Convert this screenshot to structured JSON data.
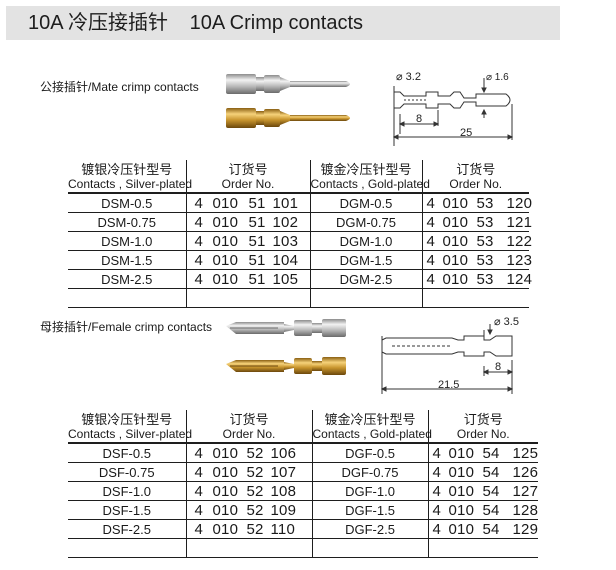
{
  "title": {
    "a": "10A 冷压接插针",
    "b": "10A Crimp contacts"
  },
  "male": {
    "label_cn": "公接插针",
    "label_en": "/Mate crimp contacts",
    "dims": {
      "d1": "⌀ 3.2",
      "d2": "⌀ 1.6",
      "l1": "8",
      "l2": "25"
    }
  },
  "female": {
    "label_cn": "母接插针",
    "label_en": "/Female crimp contacts",
    "dims": {
      "d1": "⌀ 3.5",
      "l1": "8",
      "l2": "21.5"
    }
  },
  "headers": {
    "silver_cn": "镀银冷压针型号",
    "silver_en": "Contacts , Silver-plated",
    "gold_cn": "镀金冷压针型号",
    "gold_en": "Contacts , Gold-plated",
    "order_cn": "订货号",
    "order_en": "Order No."
  },
  "male_rows": [
    {
      "silver": "DSM-0.5",
      "s1": "4",
      "s2": "010",
      "s3": "51",
      "s4": "101",
      "gold": "DGM-0.5",
      "g1": "4",
      "g2": "010",
      "g3": "53",
      "g4": "120"
    },
    {
      "silver": "DSM-0.75",
      "s1": "4",
      "s2": "010",
      "s3": "51",
      "s4": "102",
      "gold": "DGM-0.75",
      "g1": "4",
      "g2": "010",
      "g3": "53",
      "g4": "121"
    },
    {
      "silver": "DSM-1.0",
      "s1": "4",
      "s2": "010",
      "s3": "51",
      "s4": "103",
      "gold": "DGM-1.0",
      "g1": "4",
      "g2": "010",
      "g3": "53",
      "g4": "122"
    },
    {
      "silver": "DSM-1.5",
      "s1": "4",
      "s2": "010",
      "s3": "51",
      "s4": "104",
      "gold": "DGM-1.5",
      "g1": "4",
      "g2": "010",
      "g3": "53",
      "g4": "123"
    },
    {
      "silver": "DSM-2.5",
      "s1": "4",
      "s2": "010",
      "s3": "51",
      "s4": "105",
      "gold": "DGM-2.5",
      "g1": "4",
      "g2": "010",
      "g3": "53",
      "g4": "124"
    }
  ],
  "female_rows": [
    {
      "silver": "DSF-0.5",
      "s1": "4",
      "s2": "010",
      "s3": "52",
      "s4": "106",
      "gold": "DGF-0.5",
      "g1": "4",
      "g2": "010",
      "g3": "54",
      "g4": "125"
    },
    {
      "silver": "DSF-0.75",
      "s1": "4",
      "s2": "010",
      "s3": "52",
      "s4": "107",
      "gold": "DGF-0.75",
      "g1": "4",
      "g2": "010",
      "g3": "54",
      "g4": "126"
    },
    {
      "silver": "DSF-1.0",
      "s1": "4",
      "s2": "010",
      "s3": "52",
      "s4": "108",
      "gold": "DGF-1.0",
      "g1": "4",
      "g2": "010",
      "g3": "54",
      "g4": "127"
    },
    {
      "silver": "DSF-1.5",
      "s1": "4",
      "s2": "010",
      "s3": "52",
      "s4": "109",
      "gold": "DGF-1.5",
      "g1": "4",
      "g2": "010",
      "g3": "54",
      "g4": "128"
    },
    {
      "silver": "DSF-2.5",
      "s1": "4",
      "s2": "010",
      "s3": "52",
      "s4": "110",
      "gold": "DGF-2.5",
      "g1": "4",
      "g2": "010",
      "g3": "54",
      "g4": "129"
    }
  ]
}
